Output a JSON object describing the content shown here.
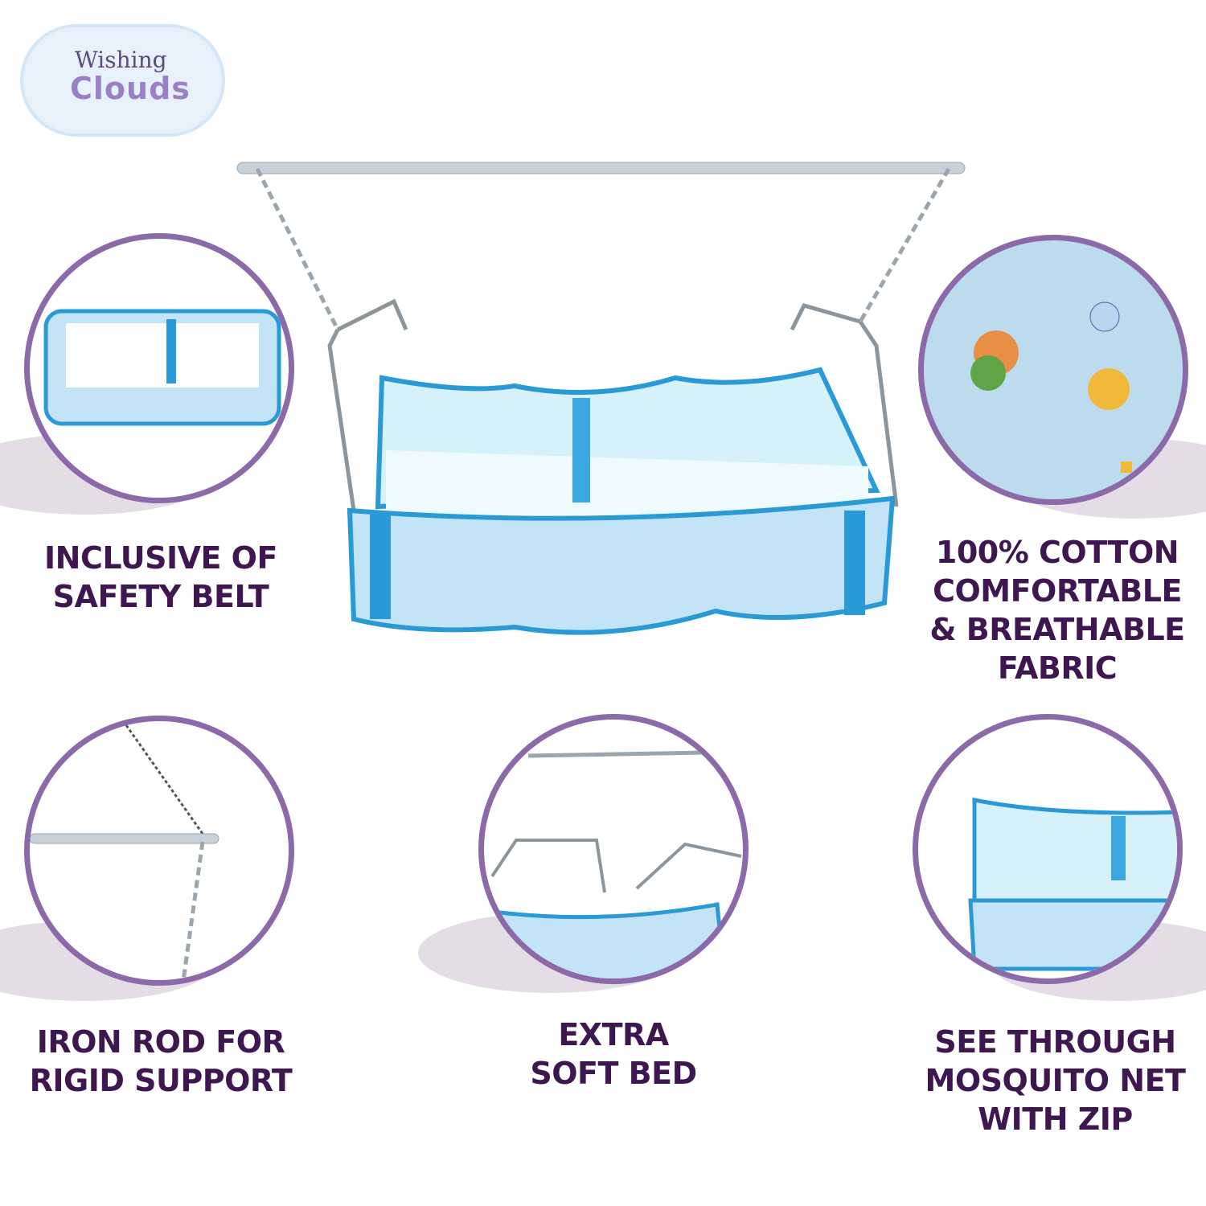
{
  "brand": {
    "logo_line1": "Wishing",
    "logo_line2": "Clouds"
  },
  "features": [
    {
      "id": "safety-belt",
      "lines": [
        "INCLUSIVE OF",
        "SAFETY BELT"
      ]
    },
    {
      "id": "cotton-fabric",
      "lines": [
        "100% COTTON",
        "COMFORTABLE",
        "& BREATHABLE",
        "FABRIC"
      ]
    },
    {
      "id": "iron-rod",
      "lines": [
        "IRON ROD FOR",
        "RIGID SUPPORT"
      ]
    },
    {
      "id": "soft-bed",
      "lines": [
        "EXTRA",
        "SOFT BED"
      ]
    },
    {
      "id": "mosquito-net",
      "lines": [
        "SEE THROUGH",
        "MOSQUITO NET",
        "WITH ZIP"
      ]
    }
  ],
  "colors": {
    "text": "#3e1650",
    "ring": "#8c6aa9",
    "fabric": "#bfe3f5",
    "trim": "#2a9ad6"
  }
}
